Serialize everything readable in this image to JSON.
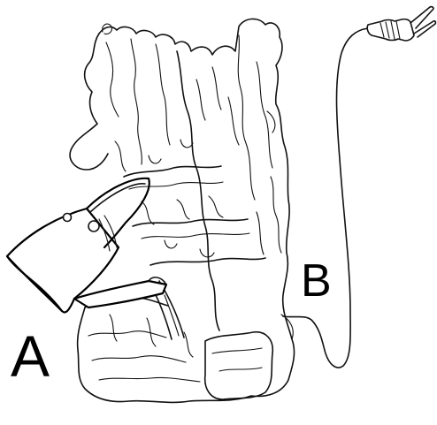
{
  "labels": {
    "a": "A",
    "b": "B"
  },
  "icons": {
    "fountain": "rock-fountain-illustration",
    "watering_can": "watering-can-icon",
    "power_cord": "power-cord-plug-icon"
  },
  "colors": {
    "ink": "#111111",
    "background": "#ffffff"
  }
}
